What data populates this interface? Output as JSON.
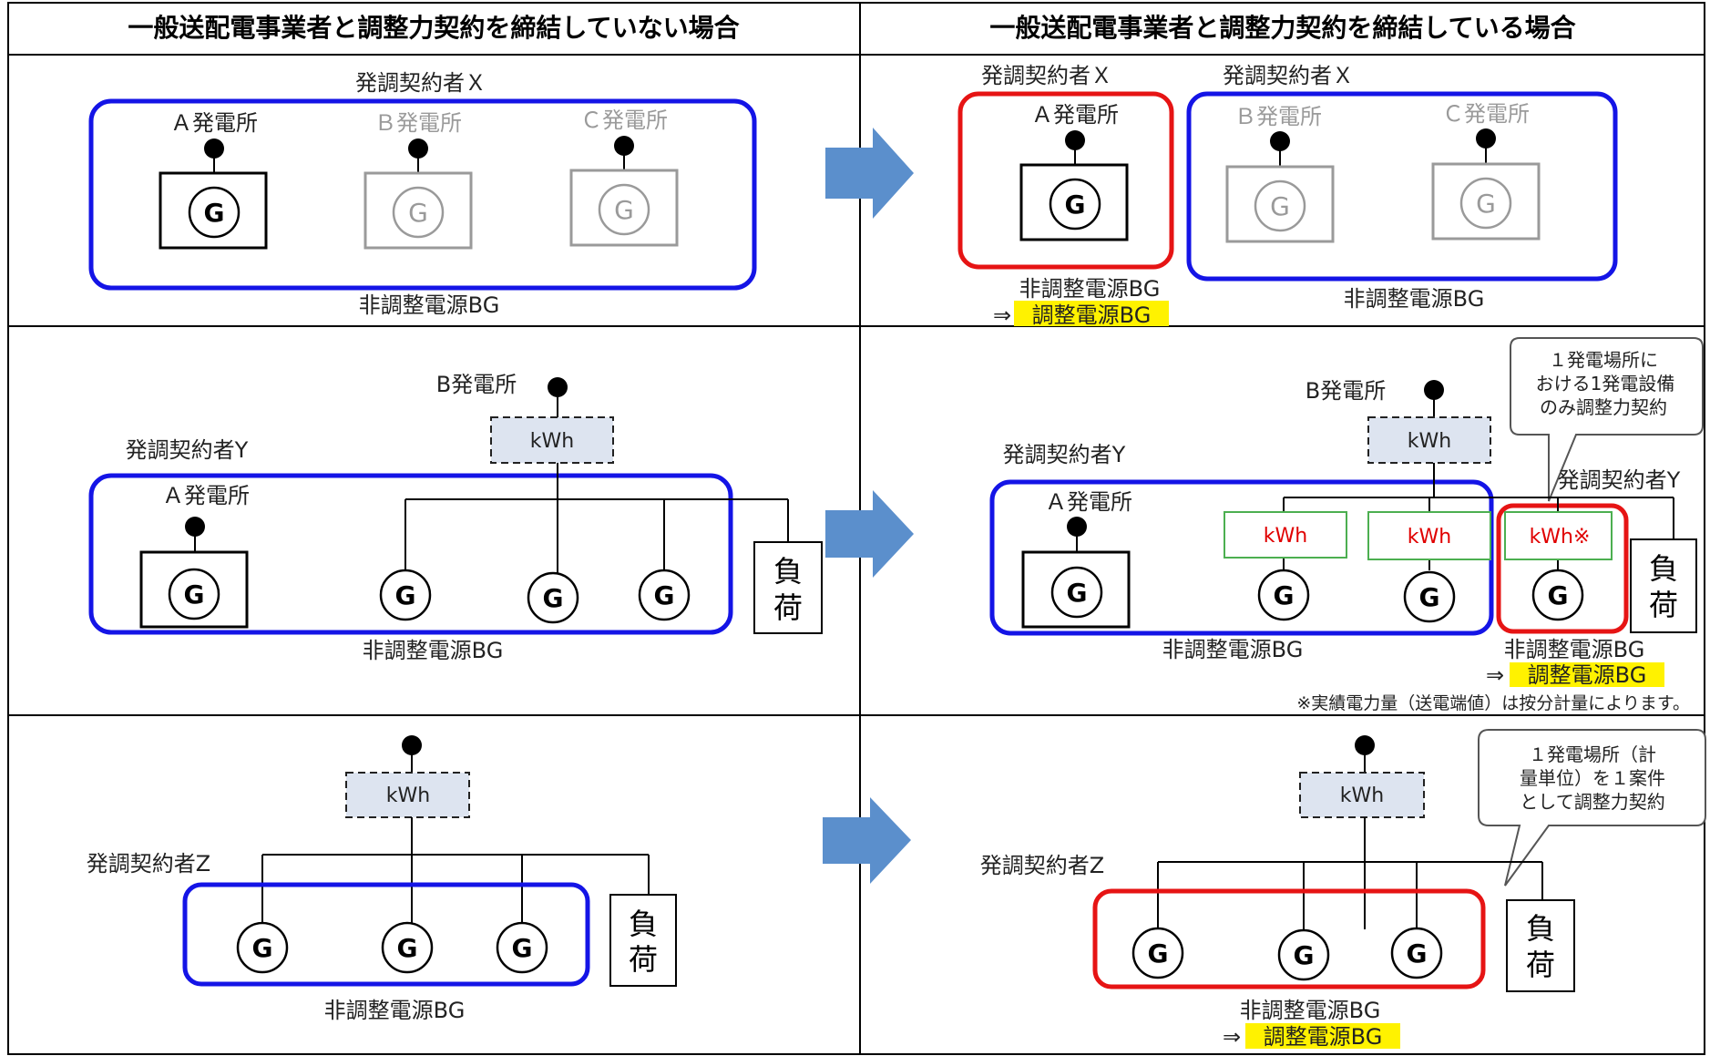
{
  "headers": {
    "left": "一般送配電事業者と調整力契約を締結していない場合",
    "right": "一般送配電事業者と調整力契約を締結している場合"
  },
  "row1": {
    "left": {
      "contractor": "発調契約者Ｘ",
      "plant_a": "Ａ発電所",
      "plant_b": "Ｂ発電所",
      "plant_c": "Ｃ発電所",
      "bg": "非調整電源BG"
    },
    "right": {
      "contractor_red": "発調契約者Ｘ",
      "contractor_blue": "発調契約者Ｘ",
      "plant_a": "Ａ発電所",
      "plant_b": "Ｂ発電所",
      "plant_c": "Ｃ発電所",
      "bg_from": "非調整電源BG",
      "bg_arrow": "⇒",
      "bg_to": "調整電源BG",
      "bg_blue": "非調整電源BG"
    }
  },
  "row2": {
    "left": {
      "plant_b": "B発電所",
      "contractor": "発調契約者Y",
      "plant_a": "Ａ発電所",
      "kwh": "kWh",
      "load_1": "負",
      "load_2": "荷",
      "bg": "非調整電源BG"
    },
    "right": {
      "plant_b": "B発電所",
      "contractor": "発調契約者Y",
      "contractor_small": "発調契約者Y",
      "plant_a": "Ａ発電所",
      "kwh": "kWh",
      "kwh_green_1": "kWh",
      "kwh_green_2": "kWh",
      "kwh_red": "kWh※",
      "load_1": "負",
      "load_2": "荷",
      "bg_blue": "非調整電源BG",
      "bg_from": "非調整電源BG",
      "bg_arrow": "⇒",
      "bg_to": "調整電源BG",
      "callout": [
        "１発電場所に",
        "おける1発電設備",
        "のみ調整力契約"
      ],
      "footnote": "※実績電力量（送電端値）は按分計量によります。"
    }
  },
  "row3": {
    "left": {
      "contractor": "発調契約者Z",
      "kwh": "kWh",
      "load_1": "負",
      "load_2": "荷",
      "bg": "非調整電源BG"
    },
    "right": {
      "contractor": "発調契約者Z",
      "kwh": "kWh",
      "load_1": "負",
      "load_2": "荷",
      "bg_from": "非調整電源BG",
      "bg_arrow": "⇒",
      "bg_to": "調整電源BG",
      "callout": [
        "１発電場所（計",
        "量単位）を１案件",
        "として調整力契約"
      ]
    }
  },
  "generator_symbol": "G",
  "colors": {
    "blue_box": "#1414e6",
    "red_box": "#e61414",
    "arrow": "#5b8fcc",
    "kwh_fill": "#dde4f0",
    "green_box": "#4caf50",
    "gray": "#9a9a9a",
    "highlight": "#fff200"
  }
}
